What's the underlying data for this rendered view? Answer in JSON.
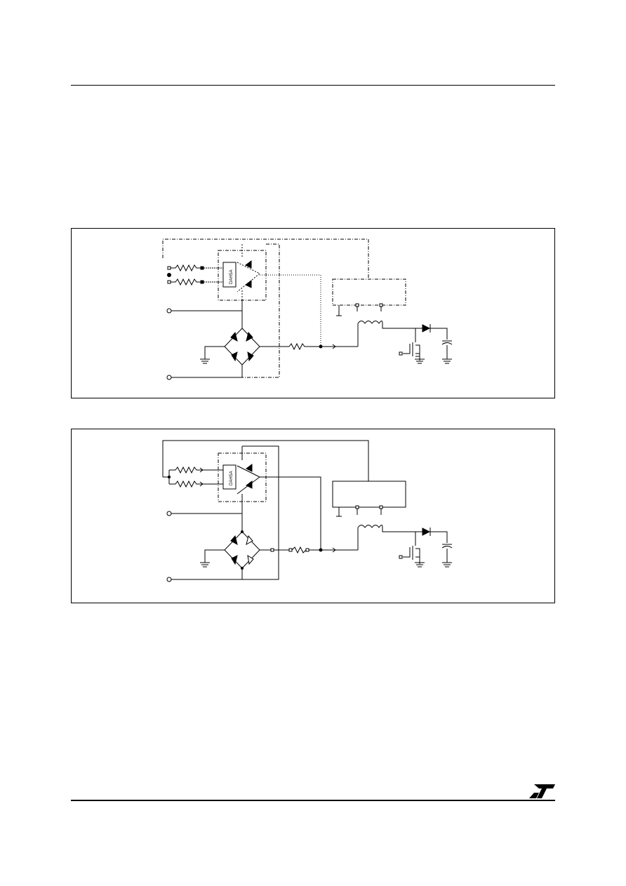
{
  "page": {
    "logo_text": "ST"
  },
  "figures": [
    {
      "chip_label": "DAHSA",
      "line_style": "dashed-control"
    },
    {
      "chip_label": "DAHSA",
      "line_style": "solid-control"
    }
  ],
  "colors": {
    "ink": "#000000",
    "paper": "#ffffff"
  }
}
